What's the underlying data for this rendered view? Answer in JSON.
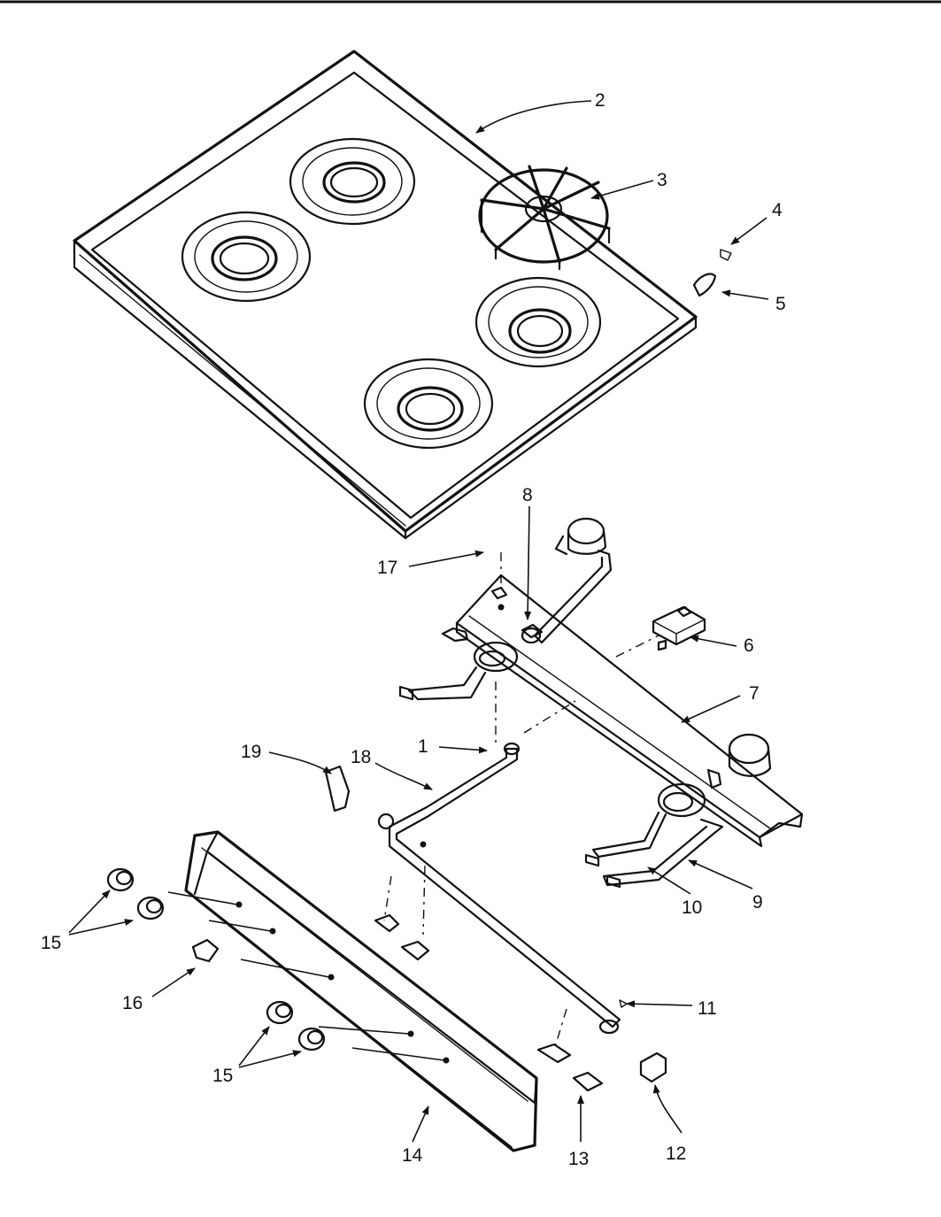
{
  "callouts": {
    "c1": "1",
    "c2": "2",
    "c3": "3",
    "c4": "4",
    "c5": "5",
    "c6": "6",
    "c7": "7",
    "c8": "8",
    "c9": "9",
    "c10": "10",
    "c11": "11",
    "c12": "12",
    "c13": "13",
    "c14": "14",
    "c15a": "15",
    "c15b": "15",
    "c16": "16",
    "c17": "17",
    "c18": "18",
    "c19": "19"
  }
}
